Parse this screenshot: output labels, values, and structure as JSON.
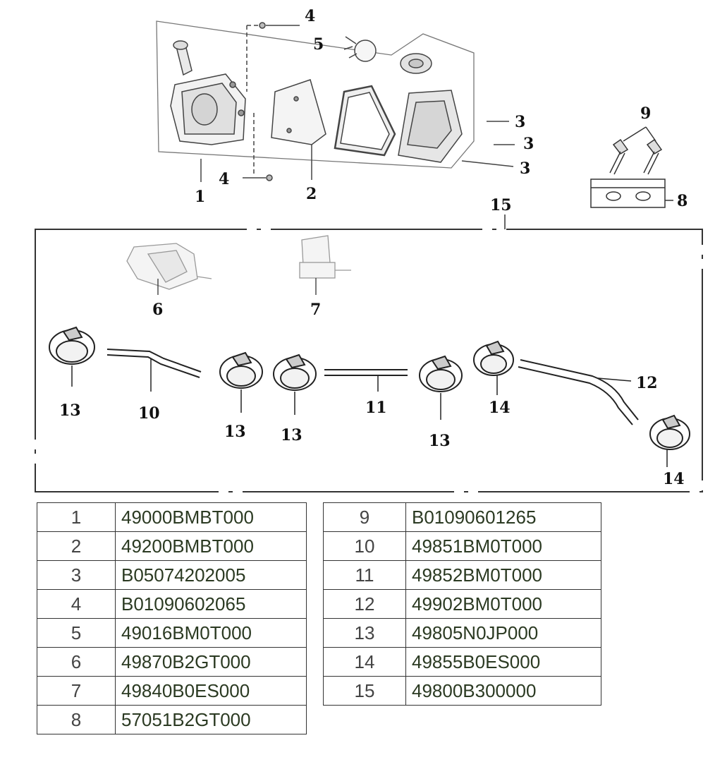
{
  "callouts": {
    "c1": "1",
    "c2": "2",
    "c3a": "3",
    "c3b": "3",
    "c3c": "3",
    "c4a": "4",
    "c4b": "4",
    "c5": "5",
    "c6": "6",
    "c7": "7",
    "c8": "8",
    "c9": "9",
    "c10": "10",
    "c11": "11",
    "c12": "12",
    "c13a": "13",
    "c13b": "13",
    "c13c": "13",
    "c13d": "13",
    "c14a": "14",
    "c14b": "14",
    "c15": "15"
  },
  "parts_left": [
    {
      "num": "1",
      "code": "49000BMBT000"
    },
    {
      "num": "2",
      "code": "49200BMBT000"
    },
    {
      "num": "3",
      "code": "B05074202005"
    },
    {
      "num": "4",
      "code": "B01090602065"
    },
    {
      "num": "5",
      "code": "49016BM0T000"
    },
    {
      "num": "6",
      "code": "49870B2GT000"
    },
    {
      "num": "7",
      "code": "49840B0ES000"
    },
    {
      "num": "8",
      "code": "57051B2GT000"
    }
  ],
  "parts_right": [
    {
      "num": "9",
      "code": "B01090601265"
    },
    {
      "num": "10",
      "code": "49851BM0T000"
    },
    {
      "num": "11",
      "code": "49852BM0T000"
    },
    {
      "num": "12",
      "code": "49902BM0T000"
    },
    {
      "num": "13",
      "code": "49805N0JP000"
    },
    {
      "num": "14",
      "code": "49855B0ES000"
    },
    {
      "num": "15",
      "code": "49800B300000"
    }
  ]
}
